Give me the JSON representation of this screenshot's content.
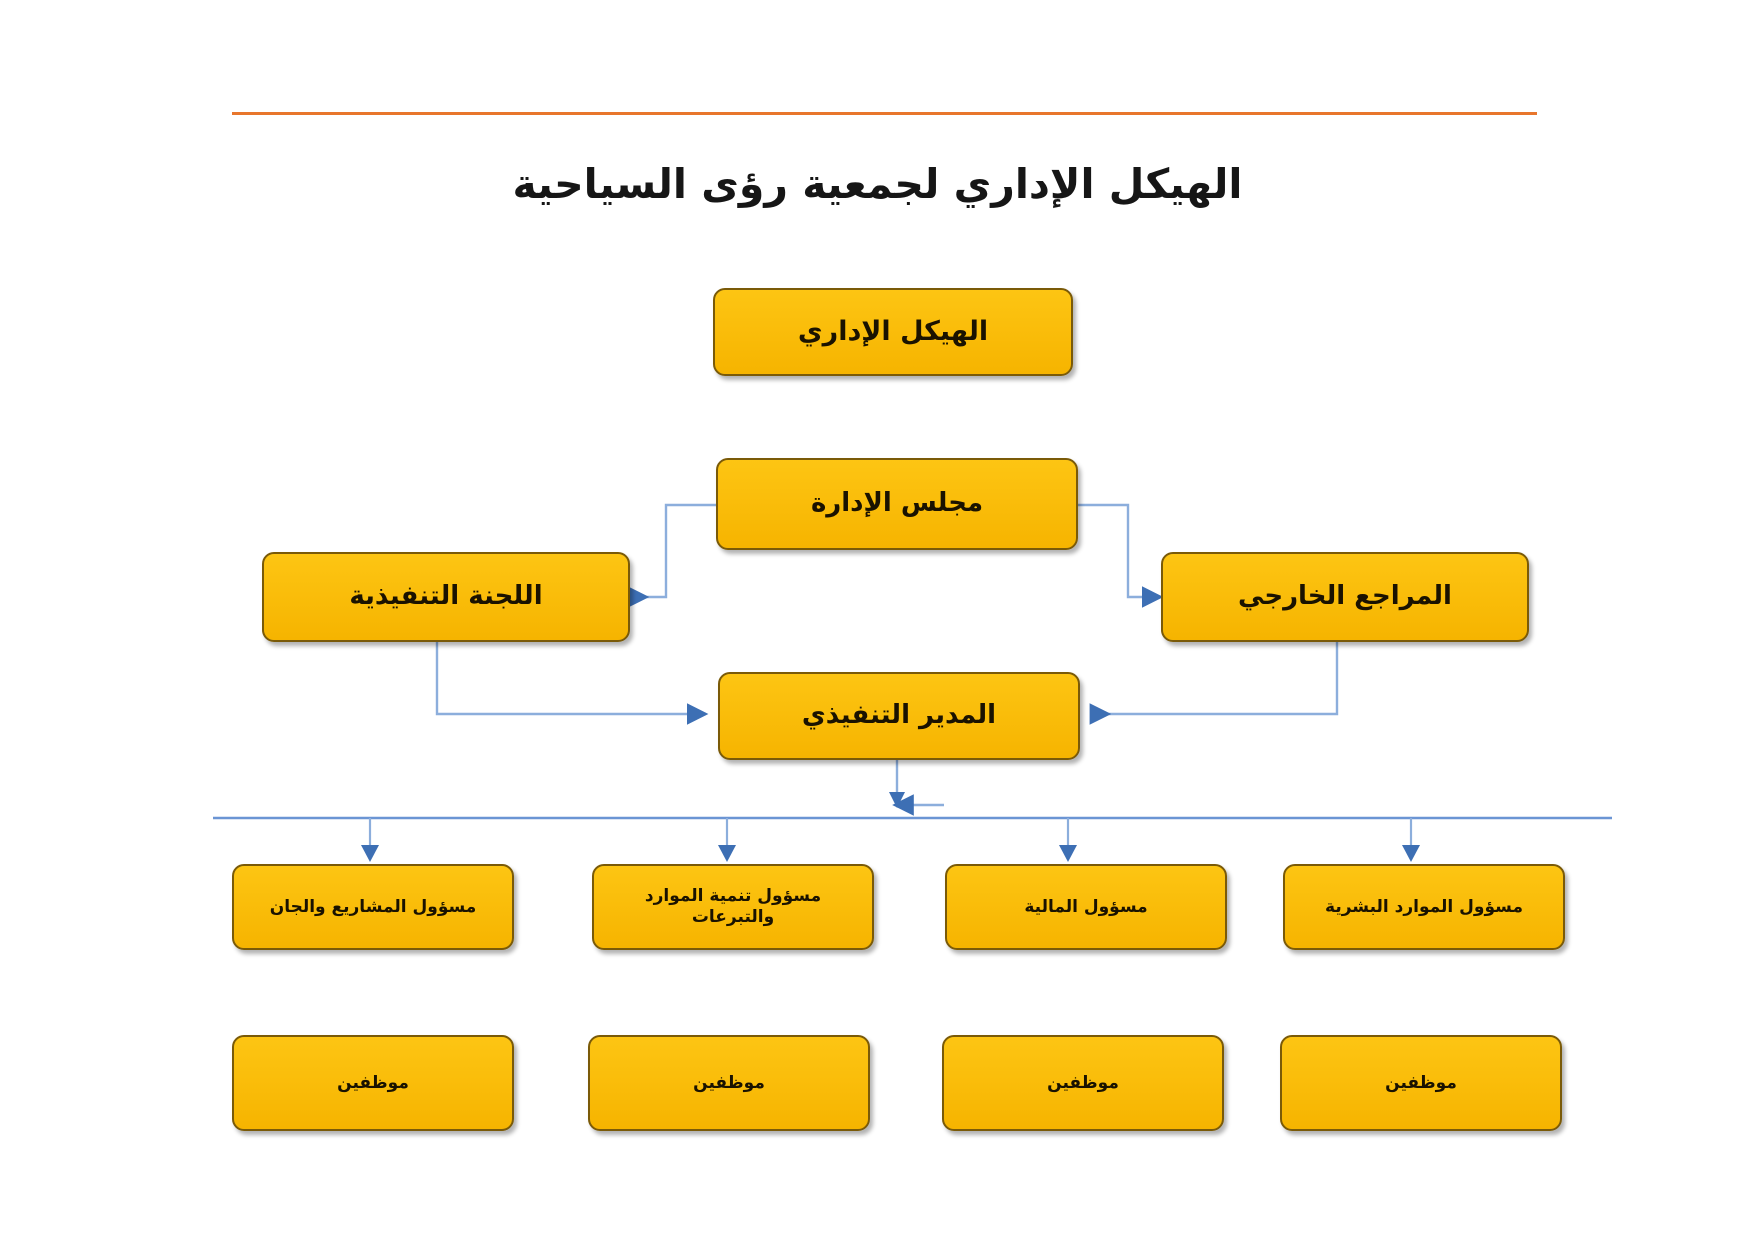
{
  "document": {
    "title": "الهيكل الإداري لجمعية رؤى السياحية",
    "language": "ar",
    "direction": "rtl"
  },
  "theme": {
    "node_fill": "#FBBF0B",
    "node_border": "#7A5A08",
    "connector_color": "#4A7EBB",
    "rule_color": "#E8762C",
    "text_color": "#161616",
    "background": "#FFFFFF"
  },
  "org_chart": {
    "levels": [
      {
        "name": "level-0",
        "nodes": [
          {
            "id": "structure",
            "label": "الهيكل الإداري"
          }
        ]
      },
      {
        "name": "level-1",
        "nodes": [
          {
            "id": "board",
            "label": "مجلس الإدارة"
          }
        ]
      },
      {
        "name": "level-2",
        "nodes": [
          {
            "id": "exec-committee",
            "label": "اللجنة التنفيذية"
          },
          {
            "id": "external-auditor",
            "label": "المراجع الخارجي"
          }
        ]
      },
      {
        "name": "level-3",
        "nodes": [
          {
            "id": "ceo",
            "label": "المدير التنفيذي"
          }
        ]
      },
      {
        "name": "level-4",
        "nodes": [
          {
            "id": "dept-projects",
            "label": "مسؤول المشاريع والجان"
          },
          {
            "id": "dept-resources",
            "label": "مسؤول تنمية الموارد والتبرعات"
          },
          {
            "id": "dept-finance",
            "label": "مسؤول المالية"
          },
          {
            "id": "dept-hr",
            "label": "مسؤول الموارد البشرية"
          }
        ]
      },
      {
        "name": "level-5",
        "nodes": [
          {
            "id": "staff-projects",
            "label": "موظفين"
          },
          {
            "id": "staff-resources",
            "label": "موظفين"
          },
          {
            "id": "staff-finance",
            "label": "موظفين"
          },
          {
            "id": "staff-hr",
            "label": "موظفين"
          }
        ]
      }
    ],
    "connections": [
      {
        "from": "board",
        "to": "exec-committee",
        "style": "elbow-arrow"
      },
      {
        "from": "board",
        "to": "external-auditor",
        "style": "elbow-arrow"
      },
      {
        "from": "exec-committee",
        "to": "ceo",
        "style": "elbow-arrow"
      },
      {
        "from": "external-auditor",
        "to": "ceo",
        "style": "elbow-arrow"
      },
      {
        "from": "ceo",
        "to": "dept-bus",
        "style": "straight-arrow"
      },
      {
        "from": "dept-bus",
        "to": "dept-projects",
        "style": "straight-arrow"
      },
      {
        "from": "dept-bus",
        "to": "dept-resources",
        "style": "straight-arrow"
      },
      {
        "from": "dept-bus",
        "to": "dept-finance",
        "style": "straight-arrow"
      },
      {
        "from": "dept-bus",
        "to": "dept-hr",
        "style": "straight-arrow"
      }
    ]
  }
}
